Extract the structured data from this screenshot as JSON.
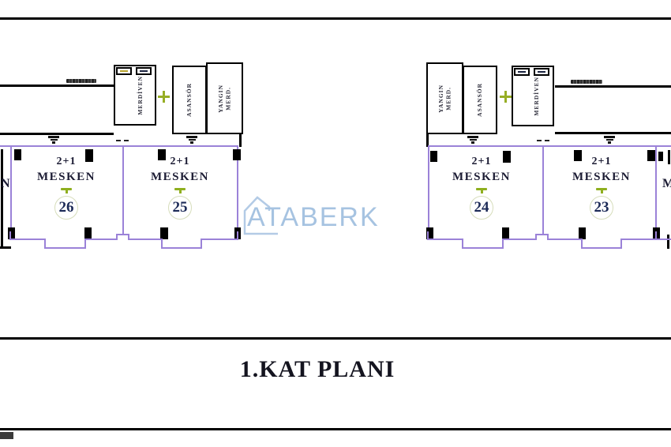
{
  "page": {
    "title_label": "1.KAT PLANI"
  },
  "watermark": {
    "text": "ATABERK",
    "icon": "house-outline-icon",
    "color": "#a6c3e1"
  },
  "colors": {
    "wall_purple": "#9b82d8",
    "wall_black": "#000000",
    "accent_green": "#97ae25",
    "number_ink": "#1c2a57",
    "circle_outline": "#d6ddbb",
    "watermark_blue": "#a6c3e1"
  },
  "wings": {
    "left": {
      "rooms": {
        "merdiven": {
          "label": "MERDİVEN"
        },
        "asansor": {
          "label": "ASANSÖR"
        },
        "yangin": {
          "lines": [
            "YANGIN",
            "MERD."
          ]
        }
      },
      "apartments": [
        {
          "type_label": "2+1",
          "use_label": "MESKEN",
          "number": "26"
        },
        {
          "type_label": "2+1",
          "use_label": "MESKEN",
          "number": "25"
        }
      ],
      "edge_partial_text": "N"
    },
    "right": {
      "rooms": {
        "yangin": {
          "lines": [
            "YANGIN",
            "MERD."
          ]
        },
        "asansor": {
          "label": "ASANSÖR"
        },
        "merdiven": {
          "label": "MERDİVEN"
        }
      },
      "apartments": [
        {
          "type_label": "2+1",
          "use_label": "MESKEN",
          "number": "24"
        },
        {
          "type_label": "2+1",
          "use_label": "MESKEN",
          "number": "23"
        }
      ],
      "edge_partial_text": "M"
    }
  }
}
